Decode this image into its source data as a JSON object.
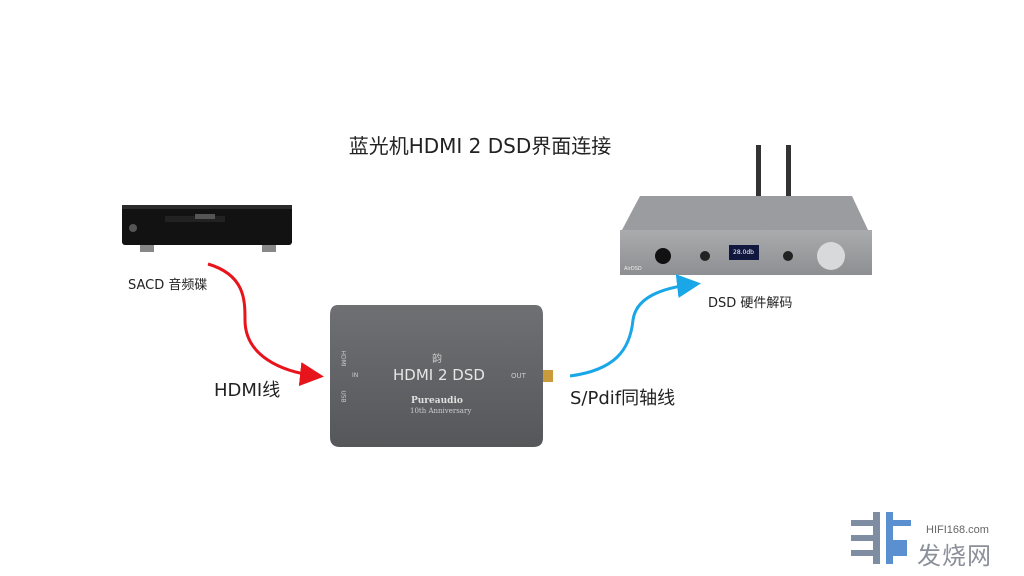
{
  "title": "蓝光机HDMI 2 DSD界面连接",
  "source": {
    "label": "SACD 音频碟"
  },
  "converter": {
    "name": "HDMI 2 DSD",
    "brand": "Pureaudio",
    "edition": "10th Anniversary",
    "port_in": "IN",
    "port_out": "OUT",
    "port_hdmi": "HDMI",
    "port_usb": "USB"
  },
  "decoder": {
    "label": "DSD 硬件解码",
    "display": "28.0db",
    "model": "AirDSD"
  },
  "cables": {
    "hdmi": "HDMI线",
    "spdif": "S/Pdif同轴线"
  },
  "colors": {
    "hdmi_arrow": "#e8141b",
    "spdif_arrow": "#1aa7e8"
  },
  "watermark": {
    "url": "HIFI168.com",
    "name": "发烧网"
  }
}
